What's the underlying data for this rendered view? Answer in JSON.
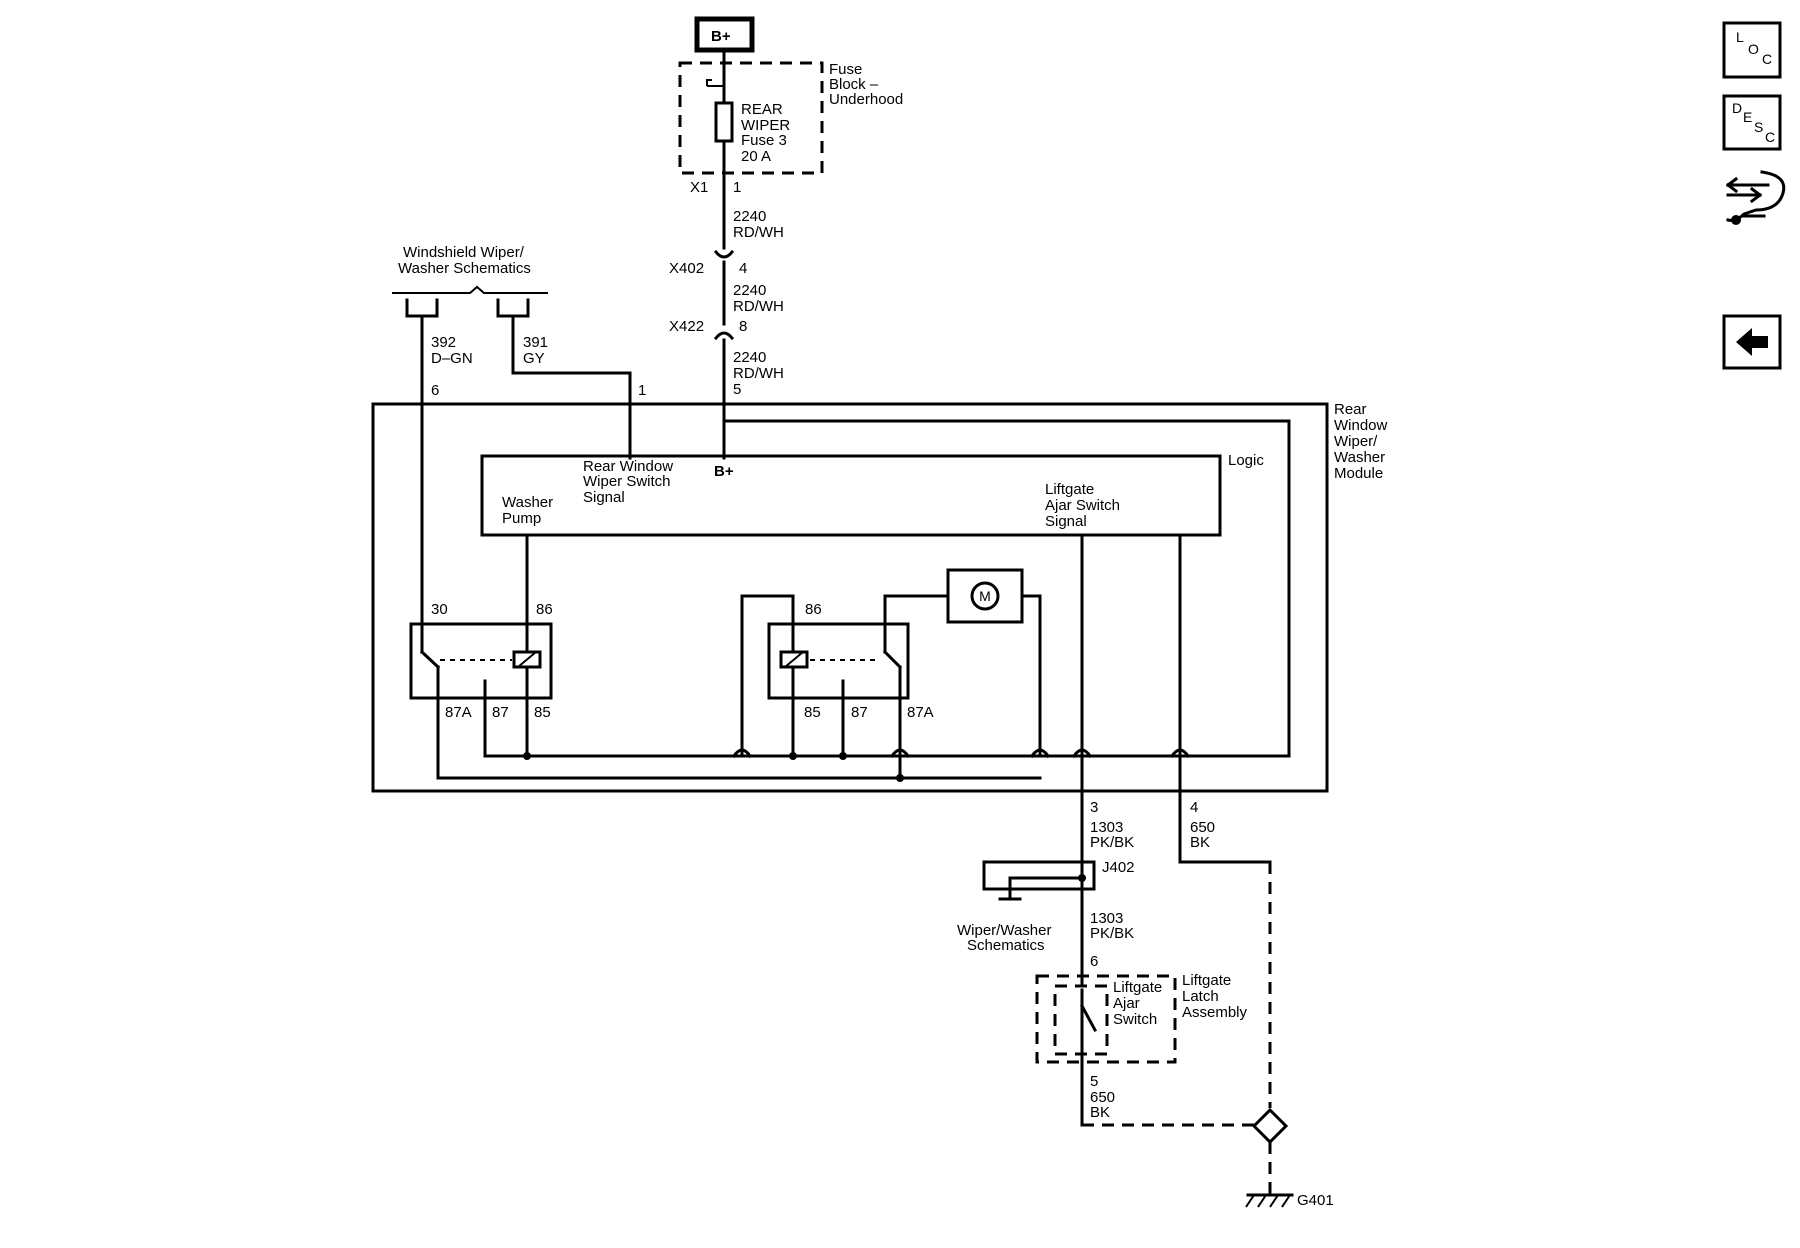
{
  "power": {
    "bplus": "B+"
  },
  "fuse_block": {
    "label": [
      "Fuse",
      "Block –",
      "Underhood"
    ],
    "fuse_label": [
      "REAR",
      "WIPER",
      "Fuse 3",
      "20 A"
    ],
    "connector": "X1",
    "pin": "1"
  },
  "wire_2240": {
    "circuit": "2240",
    "color": "RD/WH"
  },
  "inline_connectors": [
    {
      "name": "X402",
      "pin": "4"
    },
    {
      "name": "X422",
      "pin": "8"
    }
  ],
  "windshield_ref": {
    "label": [
      "Windshield Wiper/",
      "Washer Schematics"
    ]
  },
  "wire_392": {
    "circuit": "392",
    "color": "D–GN",
    "pin": "6"
  },
  "wire_391": {
    "circuit": "391",
    "color": "GY",
    "pin": "1"
  },
  "module_pin_bplus": "5",
  "module": {
    "label": [
      "Rear",
      "Window",
      "Wiper/",
      "Washer",
      "Module"
    ],
    "logic": "Logic",
    "rear_switch_signal": [
      "Rear Window",
      "Wiper Switch",
      "Signal"
    ],
    "bplus": "B+",
    "washer_pump": [
      "Washer",
      "Pump"
    ],
    "liftgate_signal": [
      "Liftgate",
      "Ajar Switch",
      "Signal"
    ],
    "motor": "M"
  },
  "relay_left": {
    "pin30": "30",
    "pin86": "86",
    "pin87a": "87A",
    "pin87": "87",
    "pin85": "85"
  },
  "relay_right": {
    "pin86": "86",
    "pin85": "85",
    "pin87": "87",
    "pin87a": "87A"
  },
  "wire_1303_top": {
    "pin": "3",
    "circuit": "1303",
    "color": "PK/BK"
  },
  "wire_650_top": {
    "pin": "4",
    "circuit": "650",
    "color": "BK"
  },
  "splice": {
    "name": "J402",
    "ref_label": [
      "Wiper/Washer",
      "Schematics"
    ]
  },
  "wire_1303_bottom": {
    "circuit": "1303",
    "color": "PK/BK",
    "pin": "6"
  },
  "liftgate_latch": {
    "label": [
      "Liftgate",
      "Latch",
      "Assembly"
    ],
    "switch_label": [
      "Liftgate",
      "Ajar",
      "Switch"
    ]
  },
  "wire_650_bottom": {
    "pin": "5",
    "circuit": "650",
    "color": "BK"
  },
  "ground": {
    "name": "G401"
  },
  "nav": {
    "loc": {
      "letters": [
        "L",
        "O",
        "C"
      ]
    },
    "desc": {
      "letters": [
        "D",
        "E",
        "S",
        "C"
      ]
    },
    "connector_icon": "connector-end-view-icon",
    "back_icon": "back-arrow-icon"
  }
}
